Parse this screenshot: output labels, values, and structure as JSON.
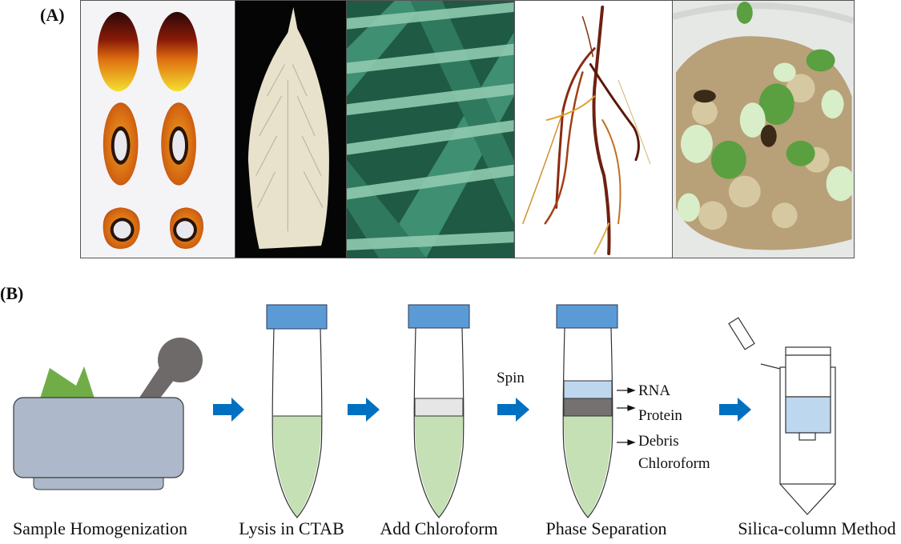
{
  "panel_a": {
    "label": "(A)",
    "photos": [
      {
        "name": "oil-palm-fruit",
        "description": "Mesocarp fruits, whole and sectioned"
      },
      {
        "name": "spear-leaf",
        "description": "White spear leaf"
      },
      {
        "name": "mature-leaf",
        "description": "Green leaflets"
      },
      {
        "name": "root",
        "description": "Roots"
      },
      {
        "name": "callus",
        "description": "Embryogenic callus"
      }
    ]
  },
  "panel_b": {
    "label": "(B)",
    "steps": [
      {
        "label": "Sample Homogenization"
      },
      {
        "label": "Lysis in CTAB"
      },
      {
        "label": "Add Chloroform"
      },
      {
        "label": "Phase Separation"
      },
      {
        "label": "Silica-column Method"
      }
    ],
    "spin_label": "Spin",
    "layers": {
      "rna": "RNA",
      "protein": "Protein",
      "debris": "Debris",
      "chloroform": "Chloroform"
    }
  },
  "colors": {
    "cap_blue": "#5b9bd5",
    "arrow_blue": "#0070c0",
    "liquid_green": "#c5e0b4",
    "rna_blue": "#bdd7ee",
    "protein_gray": "#767171",
    "chloroform_gray": "#e7e6e6",
    "mortar": "#adb9ca",
    "pestle": "#6e6a6a",
    "leaf_green": "#70ad47"
  }
}
